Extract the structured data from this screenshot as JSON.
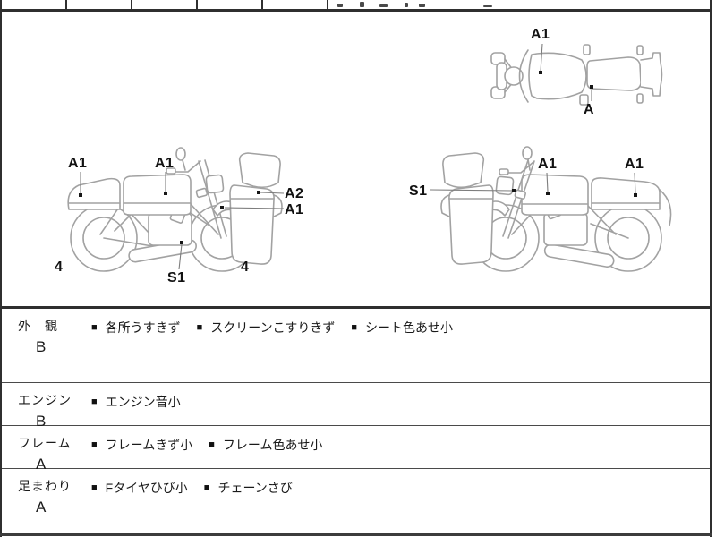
{
  "diagrams": {
    "top_view": {
      "name": "motorcycle top view",
      "labels": [
        {
          "text": "A1"
        },
        {
          "text": "A"
        }
      ]
    },
    "left_view": {
      "name": "motorcycle left side view",
      "labels": [
        {
          "text": "A1"
        },
        {
          "text": "A1"
        },
        {
          "text": "A2"
        },
        {
          "text": "A1"
        },
        {
          "text": "S1"
        },
        {
          "text": "4"
        },
        {
          "text": "4"
        }
      ]
    },
    "right_view": {
      "name": "motorcycle right side view",
      "labels": [
        {
          "text": "S1"
        },
        {
          "text": "A1"
        },
        {
          "text": "A1"
        }
      ]
    }
  },
  "inspection_table": {
    "bullet": "■",
    "rows": [
      {
        "category": "外　観",
        "grade": "B",
        "items": [
          "各所うすきず",
          "スクリーンこすりきず",
          "シート色あせ小"
        ]
      },
      {
        "category": "エンジン",
        "grade": "B",
        "items": [
          "エンジン音小"
        ]
      },
      {
        "category": "フレーム",
        "grade": "A",
        "items": [
          "フレームきず小",
          "フレーム色あせ小"
        ]
      },
      {
        "category": "足まわり",
        "grade": "A",
        "items": [
          "Fタイヤひび小",
          "チェーンさび"
        ]
      }
    ]
  },
  "colors": {
    "border": "#2f2f2f",
    "line_art": "#a2a2a2",
    "leader_line": "#7d7d7d",
    "marker_dot": "#161616",
    "text": "#1a1a1a"
  }
}
